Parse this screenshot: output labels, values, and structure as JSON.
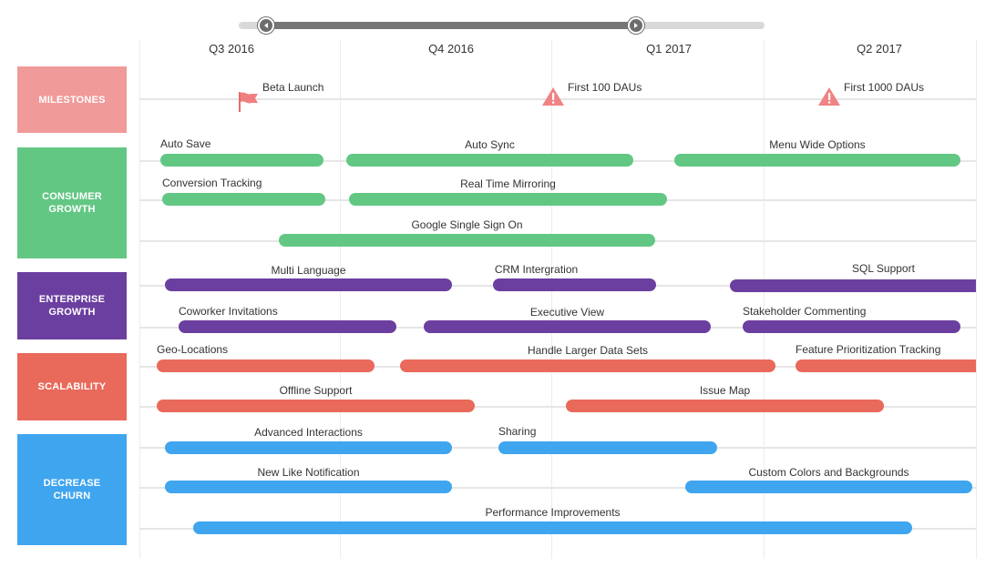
{
  "quarters": [
    "Q3 2016",
    "Q4 2016",
    "Q1 2017",
    "Q2 2017"
  ],
  "colors": {
    "milestones": "#f19a9a",
    "consumer": "#63c784",
    "enterprise": "#6b3fa0",
    "scalability": "#e9695a",
    "churn": "#3fa5ef"
  },
  "categories": {
    "milestones": "MILESTONES",
    "consumer": [
      "CONSUMER",
      "GROWTH"
    ],
    "enterprise": [
      "ENTERPRISE",
      "GROWTH"
    ],
    "scalability": "SCALABILITY",
    "churn": [
      "DECREASE",
      "CHURN"
    ]
  },
  "milestones": [
    {
      "label": "Beta Launch",
      "icon": "flag-icon"
    },
    {
      "label": "First 100 DAUs",
      "icon": "warning-icon"
    },
    {
      "label": "First 1000 DAUs",
      "icon": "warning-icon"
    }
  ],
  "items": {
    "auto_save": "Auto Save",
    "auto_sync": "Auto Sync",
    "menu_wide_options": "Menu Wide Options",
    "conversion_tracking": "Conversion Tracking",
    "real_time_mirroring": "Real Time Mirroring",
    "google_sso": "Google Single Sign On",
    "multi_language": "Multi Language",
    "crm_integration": "CRM Intergration",
    "sql_support": "SQL Support",
    "coworker_invitations": "Coworker Invitations",
    "executive_view": "Executive View",
    "stakeholder_commenting": "Stakeholder Commenting",
    "geo_locations": "Geo-Locations",
    "handle_larger_data_sets": "Handle Larger Data Sets",
    "feature_prioritization_tracking": "Feature Prioritization Tracking",
    "offline_support": "Offline Support",
    "issue_map": "Issue Map",
    "advanced_interactions": "Advanced Interactions",
    "sharing": "Sharing",
    "new_like_notification": "New Like Notification",
    "custom_colors_and_backgrounds": "Custom Colors and Backgrounds",
    "performance_improvements": "Performance Improvements"
  }
}
